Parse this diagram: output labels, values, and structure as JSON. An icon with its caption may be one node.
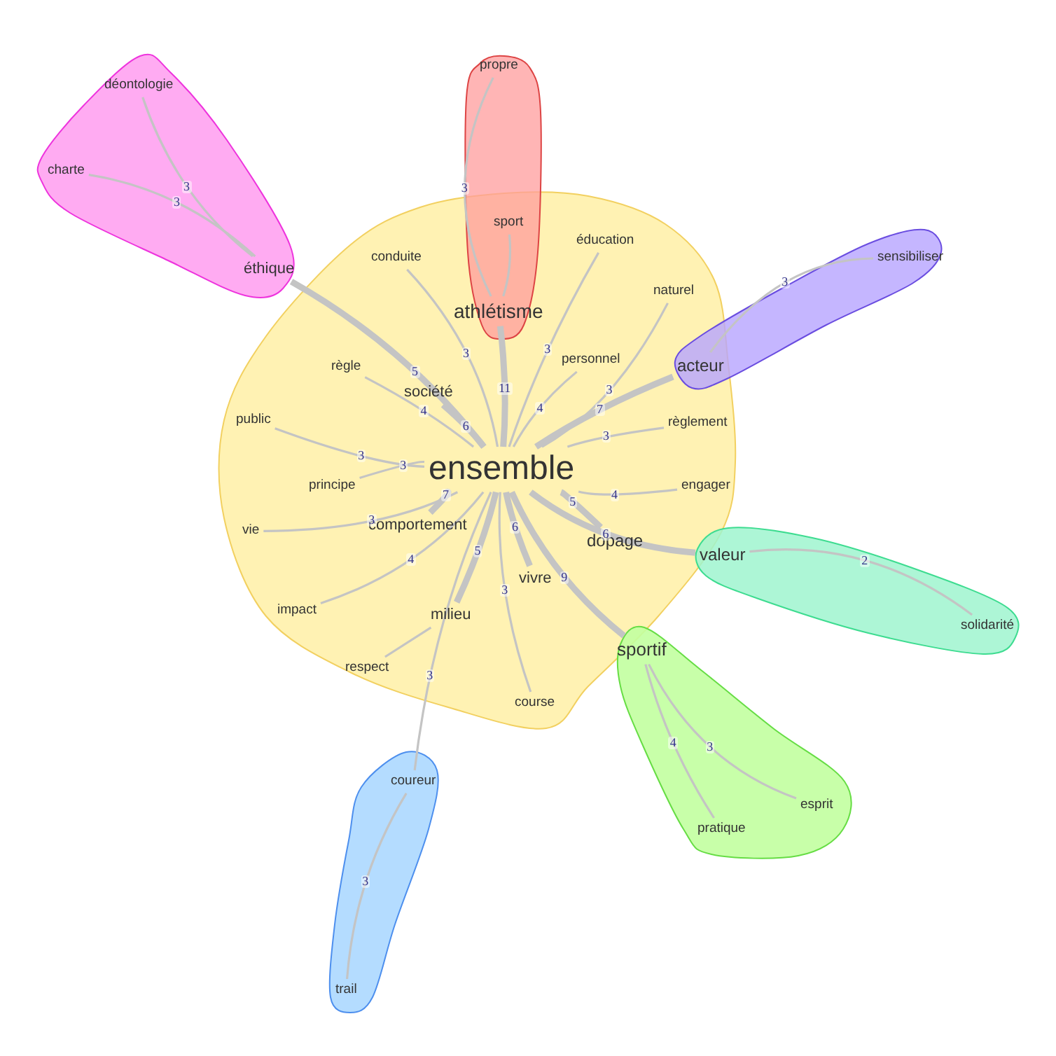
{
  "diagram": {
    "nodes": [
      {
        "text": [],
        "shape": "cloud"
      },
      {
        "text": [
          "ensemble"
        ],
        "in": 0
      },
      {
        "text": [
          "conduite"
        ],
        "in": 0
      },
      {
        "text": [
          "société"
        ],
        "in": 0
      },
      {
        "text": [
          "règle"
        ],
        "in": 0
      },
      {
        "text": [
          "public"
        ],
        "in": 0
      },
      {
        "text": [
          "principe"
        ],
        "in": 0
      },
      {
        "text": [
          "vie"
        ],
        "in": 0
      },
      {
        "text": [
          "comportement"
        ],
        "in": 0
      },
      {
        "text": [
          "impact"
        ],
        "in": 0
      },
      {
        "text": [
          "milieu"
        ],
        "in": 0
      },
      {
        "text": [
          "respect"
        ],
        "in": 0
      },
      {
        "text": [
          "vivre"
        ],
        "in": 0
      },
      {
        "text": [
          "course"
        ],
        "in": 0
      },
      {
        "text": [
          "dopage"
        ],
        "in": 0
      },
      {
        "text": [
          "éducation"
        ],
        "in": 0
      },
      {
        "text": [
          "naturel"
        ],
        "in": 0
      },
      {
        "text": [
          "personnel"
        ],
        "in": 0
      },
      {
        "text": [
          "règlement"
        ],
        "in": 0
      },
      {
        "text": [
          "engager"
        ],
        "in": 0
      },
      {
        "text": [],
        "shape": "cloud"
      },
      {
        "text": [
          "propre"
        ],
        "in": 20
      },
      {
        "text": [
          "sport"
        ]
      },
      {
        "text": [
          "athlétisme"
        ],
        "in": 20
      },
      {
        "text": [],
        "shape": "cloud"
      },
      {
        "text": [
          "déontologie"
        ],
        "in": 24
      },
      {
        "text": [
          "charte"
        ],
        "in": 24
      },
      {
        "text": [
          "éthique"
        ],
        "in": 24
      },
      {
        "text": [],
        "shape": "cloud"
      },
      {
        "text": [
          "acteur"
        ]
      },
      {
        "text": [
          "sensibiliser"
        ],
        "in": 28
      },
      {
        "text": [],
        "shape": "cloud"
      },
      {
        "text": [
          "valeur"
        ],
        "in": 31
      },
      {
        "text": [
          "solidarité"
        ],
        "in": 31
      },
      {
        "text": [],
        "shape": "cloud"
      },
      {
        "text": [
          "sportif"
        ],
        "in": 34
      },
      {
        "text": [
          "esprit"
        ],
        "in": 34
      },
      {
        "text": [
          "pratique"
        ],
        "in": 34
      },
      {
        "text": [],
        "shape": "cloud"
      },
      {
        "text": [
          "coureur"
        ],
        "in": 38
      },
      {
        "text": [
          "trail"
        ],
        "in": 38
      }
    ],
    "edges": [
      {
        "from": 1,
        "to": 23,
        "arrow": "none",
        "label": "11",
        "style": "thick"
      },
      {
        "from": 23,
        "to": 21,
        "arrow": "none",
        "label": "3"
      },
      {
        "from": 23,
        "to": 22,
        "arrow": "none"
      },
      {
        "from": 1,
        "to": 27,
        "arrow": "none",
        "label": "5",
        "style": "thick"
      },
      {
        "from": 27,
        "to": 25,
        "arrow": "none",
        "label": "3"
      },
      {
        "from": 27,
        "to": 26,
        "arrow": "none",
        "label": "3"
      },
      {
        "from": 1,
        "to": 2,
        "arrow": "none",
        "label": "3"
      },
      {
        "from": 1,
        "to": 3,
        "arrow": "none",
        "label": "6",
        "style": "thick"
      },
      {
        "from": 1,
        "to": 4,
        "arrow": "none",
        "label": "4"
      },
      {
        "from": 1,
        "to": 5,
        "arrow": "none",
        "label": "3"
      },
      {
        "from": 1,
        "to": 7,
        "arrow": "none",
        "label": "3"
      },
      {
        "from": 1,
        "to": 6,
        "arrow": "none",
        "label": "3"
      },
      {
        "from": 1,
        "to": 9,
        "arrow": "none",
        "label": "4"
      },
      {
        "from": 1,
        "to": 8,
        "arrow": "none",
        "label": "7",
        "style": "thick"
      },
      {
        "from": 1,
        "to": 10,
        "arrow": "none",
        "label": "5",
        "style": "thick"
      },
      {
        "from": 10,
        "to": 11,
        "arrow": "none"
      },
      {
        "from": 1,
        "to": 39,
        "arrow": "none",
        "label": "3"
      },
      {
        "from": 39,
        "to": 40,
        "arrow": "none",
        "label": "3"
      },
      {
        "from": 1,
        "to": 12,
        "arrow": "none",
        "label": "6",
        "style": "thick"
      },
      {
        "from": 1,
        "to": 13,
        "arrow": "none",
        "label": "3"
      },
      {
        "from": 1,
        "to": 14,
        "arrow": "none",
        "label": "5",
        "style": "thick"
      },
      {
        "from": 1,
        "to": 35,
        "arrow": "none",
        "label": "9",
        "style": "thick"
      },
      {
        "from": 35,
        "to": 37,
        "arrow": "none",
        "label": "4"
      },
      {
        "from": 35,
        "to": 36,
        "arrow": "none",
        "label": "3"
      },
      {
        "from": 1,
        "to": 32,
        "arrow": "none",
        "label": "6",
        "style": "thick"
      },
      {
        "from": 32,
        "to": 33,
        "arrow": "none",
        "label": "2"
      },
      {
        "from": 1,
        "to": 19,
        "arrow": "none",
        "label": "4"
      },
      {
        "from": 1,
        "to": 18,
        "arrow": "none",
        "label": "3"
      },
      {
        "from": 1,
        "to": 16,
        "arrow": "none",
        "label": "3"
      },
      {
        "from": 1,
        "to": 15,
        "arrow": "none",
        "label": "3"
      },
      {
        "from": 1,
        "to": 17,
        "arrow": "none",
        "label": "4"
      },
      {
        "from": 1,
        "to": 29,
        "arrow": "none",
        "label": "7",
        "style": "thick"
      },
      {
        "from": 29,
        "to": 30,
        "arrow": "none",
        "label": "3"
      }
    ]
  }
}
